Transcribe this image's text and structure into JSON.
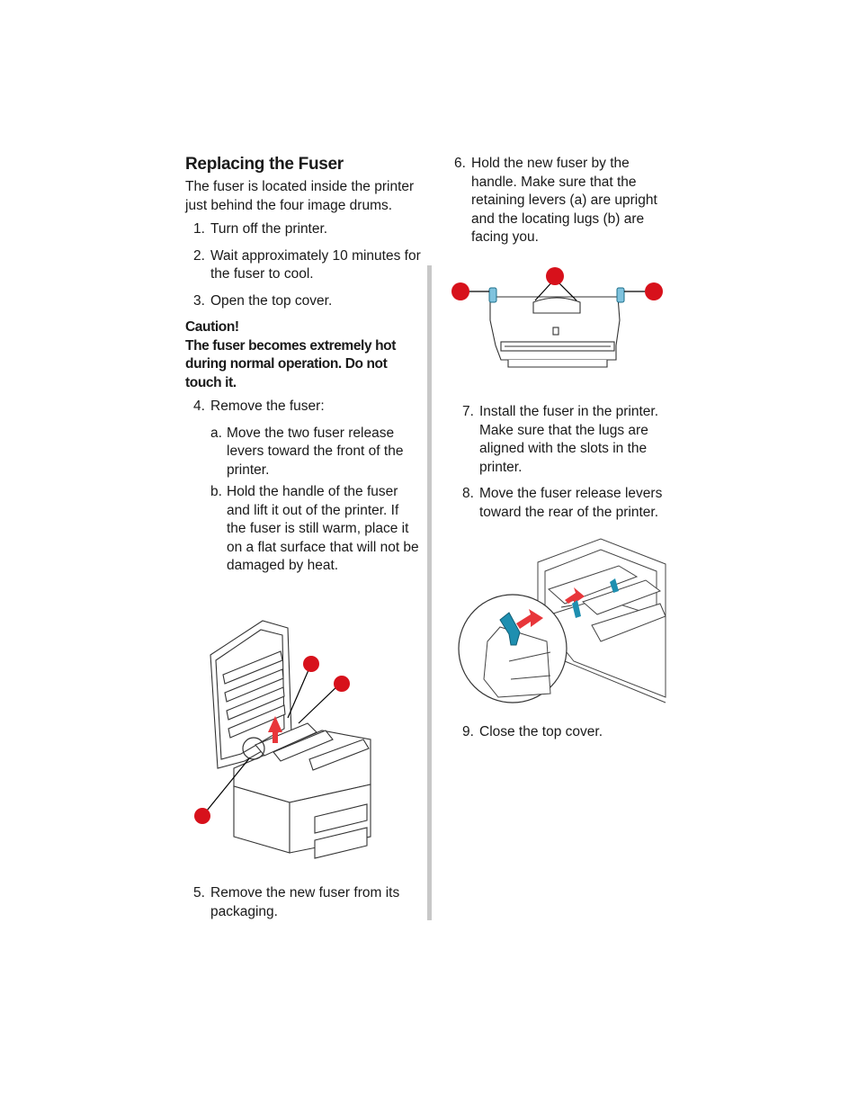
{
  "left": {
    "heading": "Replacing the Fuser",
    "intro": "The fuser is located inside the printer just behind the four image drums.",
    "steps": [
      {
        "num": "1.",
        "text": "Turn off the printer."
      },
      {
        "num": "2.",
        "text": "Wait approximately 10 minutes for the fuser to cool."
      },
      {
        "num": "3.",
        "text": "Open the top cover."
      }
    ],
    "caution_title": "Caution!",
    "caution_text": "The fuser becomes extremely hot during normal operation. Do not touch it.",
    "step4": {
      "num": "4.",
      "text": "Remove the fuser:"
    },
    "substeps": [
      {
        "num": "a.",
        "text": "Move the two fuser release levers toward the front of the printer."
      },
      {
        "num": "b.",
        "text": "Hold the handle of the fuser and lift it out of the printer. If the fuser is still warm, place it on a flat surface that will not be damaged by heat."
      }
    ],
    "step5": {
      "num": "5.",
      "text": "Remove the new fuser from its packaging."
    }
  },
  "right": {
    "step6": {
      "num": "6.",
      "text": "Hold the new fuser by the handle. Make sure that the retaining levers (a) are upright and the locating lugs (b) are facing you."
    },
    "step7": {
      "num": "7.",
      "text": "Install the fuser in the printer. Make sure that the lugs are aligned with the slots in the printer."
    },
    "step8": {
      "num": "8.",
      "text": "Move the fuser release levers toward the rear of the printer."
    },
    "step9": {
      "num": "9.",
      "text": "Close the top cover."
    }
  },
  "colors": {
    "callout_red": "#d7111b",
    "lever_blue": "#1e8fb0",
    "arrow_red": "#e8363a",
    "divider": "#c8c8c8"
  }
}
